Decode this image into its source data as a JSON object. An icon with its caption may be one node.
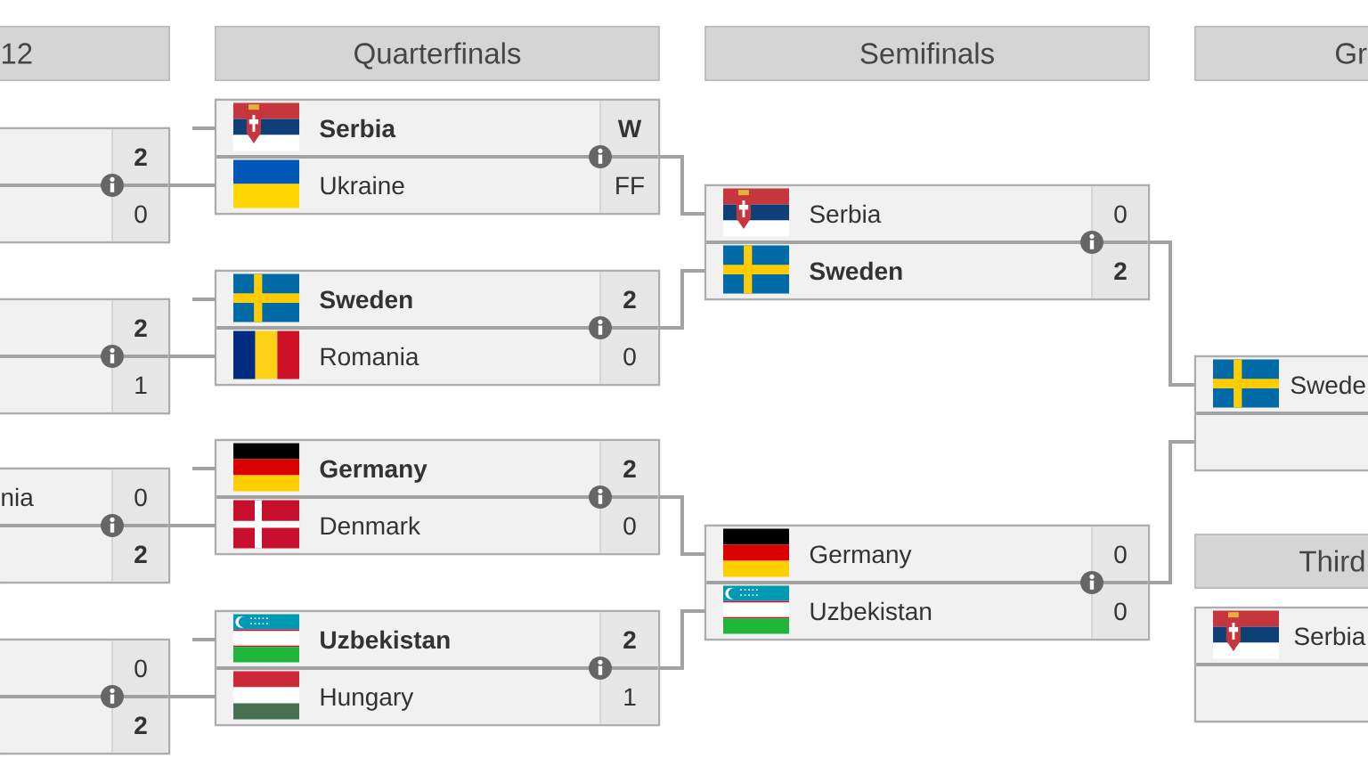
{
  "diagram": {
    "nodes": [
      {
        "text": [
          "12"
        ]
      },
      {
        "text": [
          "Quarterfinals"
        ]
      },
      {
        "text": [
          "Semifinals"
        ]
      },
      {
        "text": [
          "Gr"
        ]
      },
      {
        "text": [],
        "shape": "box"
      },
      {
        "text": [
          "2"
        ],
        "in": 4
      },
      {
        "text": [
          "0"
        ],
        "in": 4
      },
      {
        "text": [],
        "shape": "box"
      },
      {
        "text": [
          "2"
        ],
        "in": 7
      },
      {
        "text": [
          "1"
        ],
        "in": 7
      },
      {
        "text": [],
        "shape": "box"
      },
      {
        "text": [
          "nia",
          "0"
        ],
        "in": 10
      },
      {
        "text": [
          "2"
        ],
        "in": 10
      },
      {
        "text": [],
        "shape": "box"
      },
      {
        "text": [
          "0"
        ],
        "in": 13
      },
      {
        "text": [
          "2"
        ],
        "in": 13
      },
      {
        "text": [],
        "shape": "box"
      },
      {
        "text": [
          "Serbia",
          "W"
        ],
        "in": 16
      },
      {
        "text": [
          "Ukraine",
          "FF"
        ],
        "in": 16
      },
      {
        "text": [],
        "shape": "box"
      },
      {
        "text": [
          "Sweden",
          "2"
        ],
        "in": 19
      },
      {
        "text": [
          "Romania",
          "0"
        ],
        "in": 19
      },
      {
        "text": [],
        "shape": "box"
      },
      {
        "text": [
          "Germany",
          "2"
        ],
        "in": 22
      },
      {
        "text": [
          "Denmark",
          "0"
        ],
        "in": 22
      },
      {
        "text": [],
        "shape": "box"
      },
      {
        "text": [
          "Uzbekistan",
          "2"
        ],
        "in": 25
      },
      {
        "text": [
          "Hungary",
          "1"
        ],
        "in": 25
      },
      {
        "text": [],
        "shape": "box"
      },
      {
        "text": [
          "Serbia",
          "0"
        ],
        "in": 28
      },
      {
        "text": [
          "Sweden",
          "2"
        ],
        "in": 28
      },
      {
        "text": [],
        "shape": "box"
      },
      {
        "text": [
          "Germany",
          "0"
        ],
        "in": 31
      },
      {
        "text": [
          "Uzbekistan",
          "0"
        ],
        "in": 31
      },
      {
        "text": [],
        "shape": "box"
      },
      {
        "text": [
          "Swede"
        ],
        "in": 34
      },
      {
        "text": [],
        "shape": "box",
        "in": 34
      },
      {
        "text": [
          "Third"
        ]
      },
      {
        "text": [],
        "shape": "box"
      },
      {
        "text": [
          "Serbia"
        ],
        "in": 38
      },
      {
        "text": [],
        "shape": "box",
        "in": 38
      }
    ],
    "edges": [
      {
        "from": null,
        "to": 17,
        "arrow": "none"
      },
      {
        "from": 4,
        "to": 18,
        "arrow": "none"
      },
      {
        "from": null,
        "to": 20,
        "arrow": "none"
      },
      {
        "from": 7,
        "to": 21,
        "arrow": "none"
      },
      {
        "from": null,
        "to": 23,
        "arrow": "none"
      },
      {
        "from": 10,
        "to": 24,
        "arrow": "none"
      },
      {
        "from": null,
        "to": 26,
        "arrow": "none"
      },
      {
        "from": 13,
        "to": 27,
        "arrow": "none"
      },
      {
        "from": 16,
        "to": 29,
        "arrow": "none"
      },
      {
        "from": 19,
        "to": 30,
        "arrow": "none"
      },
      {
        "from": 22,
        "to": 32,
        "arrow": "none"
      },
      {
        "from": 25,
        "to": 33,
        "arrow": "none"
      },
      {
        "from": 28,
        "to": 35,
        "arrow": "none"
      },
      {
        "from": 31,
        "to": 36,
        "arrow": "none"
      }
    ]
  }
}
